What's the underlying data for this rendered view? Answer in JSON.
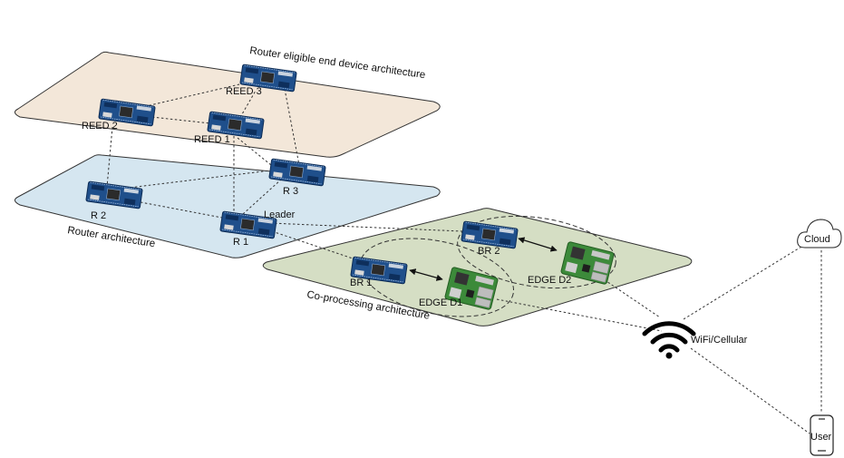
{
  "colors": {
    "reed_plane": "#f3e7d9",
    "router_plane": "#cfe2ee",
    "coproc_plane": "#d5dec4",
    "board_blue": "#1f4f8b",
    "rpi_green": "#3c8a3a"
  },
  "planes": {
    "reed": "Router eligible end device architecture",
    "router": "Router architecture",
    "coproc": "Co-processing architecture"
  },
  "nodes": {
    "reed1": "REED 1",
    "reed2": "REED 2",
    "reed3": "REED 3",
    "r1": "R 1",
    "r2": "R 2",
    "r3": "R 3",
    "leader": "Leader",
    "br1": "BR 1",
    "br2": "BR 2",
    "edge1": "EDGE D1",
    "edge2": "EDGE D2"
  },
  "external": {
    "wifi": "WiFi/Cellular",
    "cloud": "Cloud",
    "user": "User"
  },
  "icons": {
    "wifi": "wifi-icon",
    "cloud": "cloud-icon",
    "phone": "smartphone-icon",
    "board": "dev-board-icon",
    "raspberry": "raspberry-pi-icon"
  }
}
